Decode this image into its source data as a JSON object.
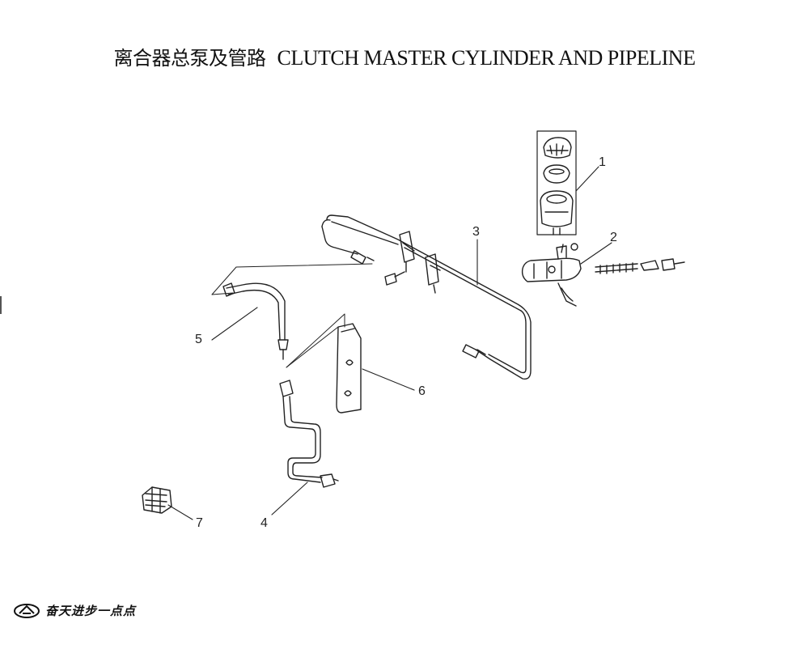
{
  "title": {
    "zh": "离合器总泵及管路",
    "en": "CLUTCH MASTER CYLINDER AND PIPELINE"
  },
  "callouts": [
    "1",
    "2",
    "3",
    "4",
    "5",
    "6",
    "7"
  ],
  "footer": {
    "text": "奋天进步一点点"
  }
}
